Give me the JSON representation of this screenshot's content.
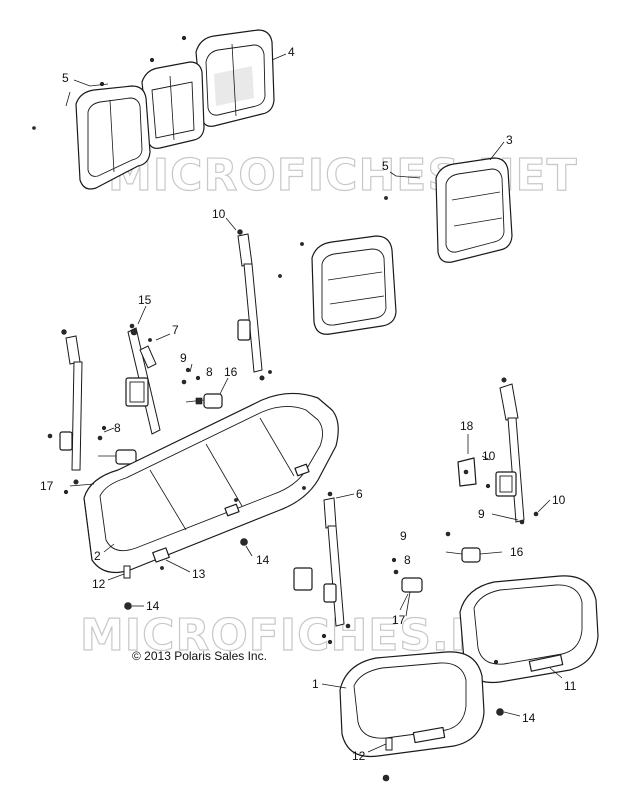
{
  "watermark": "MICROFICHES.NET",
  "copyright": "© 2013 Polaris Sales Inc.",
  "callouts": [
    {
      "id": "c4a",
      "text": "4"
    },
    {
      "id": "c5a",
      "text": "5"
    },
    {
      "id": "c3",
      "text": "3"
    },
    {
      "id": "c5b",
      "text": "5"
    },
    {
      "id": "c10a",
      "text": "10"
    },
    {
      "id": "c15",
      "text": "15"
    },
    {
      "id": "c7",
      "text": "7"
    },
    {
      "id": "c9a",
      "text": "9"
    },
    {
      "id": "c8a",
      "text": "8"
    },
    {
      "id": "c16a",
      "text": "16"
    },
    {
      "id": "c8b",
      "text": "8"
    },
    {
      "id": "c17a",
      "text": "17"
    },
    {
      "id": "c18",
      "text": "18"
    },
    {
      "id": "c10b",
      "text": "10"
    },
    {
      "id": "c10c",
      "text": "10"
    },
    {
      "id": "c9b",
      "text": "9"
    },
    {
      "id": "c6",
      "text": "6"
    },
    {
      "id": "c2",
      "text": "2"
    },
    {
      "id": "c14a",
      "text": "14"
    },
    {
      "id": "c13",
      "text": "13"
    },
    {
      "id": "c12a",
      "text": "12"
    },
    {
      "id": "c14b",
      "text": "14"
    },
    {
      "id": "c9c",
      "text": "9"
    },
    {
      "id": "c8c",
      "text": "8"
    },
    {
      "id": "c16b",
      "text": "16"
    },
    {
      "id": "c17b",
      "text": "17"
    },
    {
      "id": "c1",
      "text": "1"
    },
    {
      "id": "c11",
      "text": "11"
    },
    {
      "id": "c14c",
      "text": "14"
    },
    {
      "id": "c12b",
      "text": "12"
    }
  ]
}
